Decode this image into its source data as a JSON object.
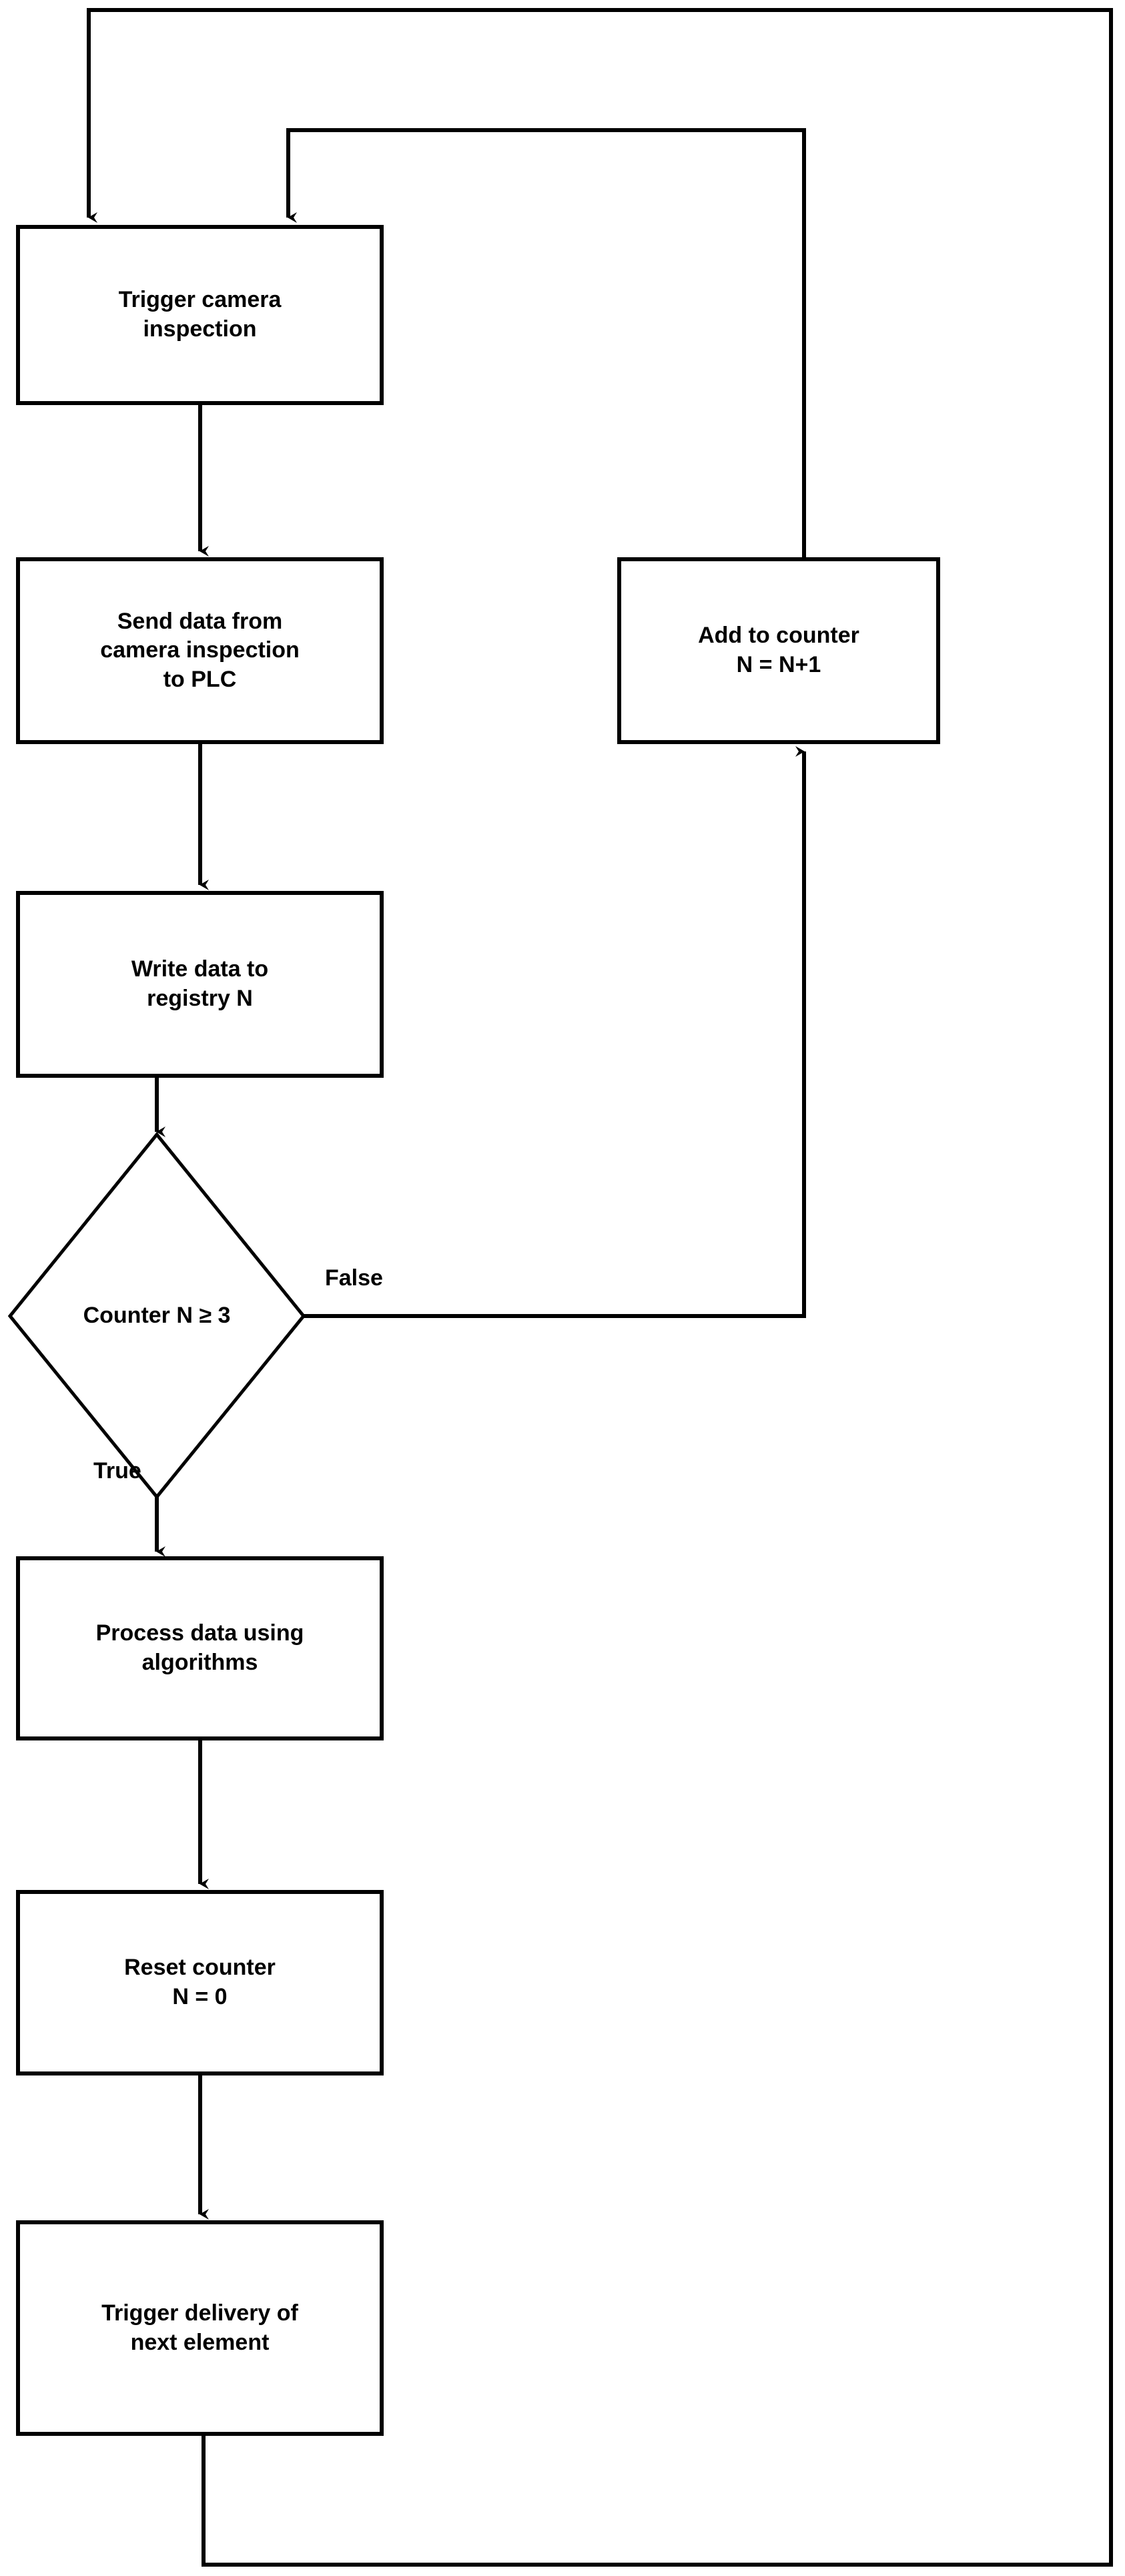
{
  "diagram": {
    "type": "flowchart",
    "title": "PLC camera inspection counter flowchart",
    "stroke_color": "#000000",
    "fill_color": "#FFFFFF",
    "background_color": "#FFFFFF",
    "nodes": [
      {
        "id": "trigger-camera-inspection",
        "shape": "process",
        "label": "Trigger camera\ninspection"
      },
      {
        "id": "send-data-to-plc",
        "shape": "process",
        "label": "Send data from\ncamera inspection\nto PLC"
      },
      {
        "id": "write-data-registry",
        "shape": "process",
        "label": "Write data to\nregistry N"
      },
      {
        "id": "counter-decision",
        "shape": "decision",
        "label": "Counter N ≥ 3"
      },
      {
        "id": "add-to-counter",
        "shape": "process",
        "label": "Add to counter\nN = N+1"
      },
      {
        "id": "process-data-algorithms",
        "shape": "process",
        "label": "Process data using\nalgorithms"
      },
      {
        "id": "reset-counter",
        "shape": "process",
        "label": "Reset counter\nN = 0"
      },
      {
        "id": "trigger-delivery",
        "shape": "process",
        "label": "Trigger delivery of\nnext element"
      }
    ],
    "edge_labels": {
      "decision_false": "False",
      "decision_true": "True"
    },
    "edges": [
      {
        "from": "trigger-camera-inspection",
        "to": "send-data-to-plc",
        "label": ""
      },
      {
        "from": "send-data-to-plc",
        "to": "write-data-registry",
        "label": ""
      },
      {
        "from": "write-data-registry",
        "to": "counter-decision",
        "label": ""
      },
      {
        "from": "counter-decision",
        "to": "add-to-counter",
        "label": "False"
      },
      {
        "from": "counter-decision",
        "to": "process-data-algorithms",
        "label": "True"
      },
      {
        "from": "add-to-counter",
        "to": "trigger-camera-inspection",
        "label": ""
      },
      {
        "from": "process-data-algorithms",
        "to": "reset-counter",
        "label": ""
      },
      {
        "from": "reset-counter",
        "to": "trigger-delivery",
        "label": ""
      },
      {
        "from": "trigger-delivery",
        "to": "trigger-camera-inspection",
        "label": ""
      }
    ]
  }
}
